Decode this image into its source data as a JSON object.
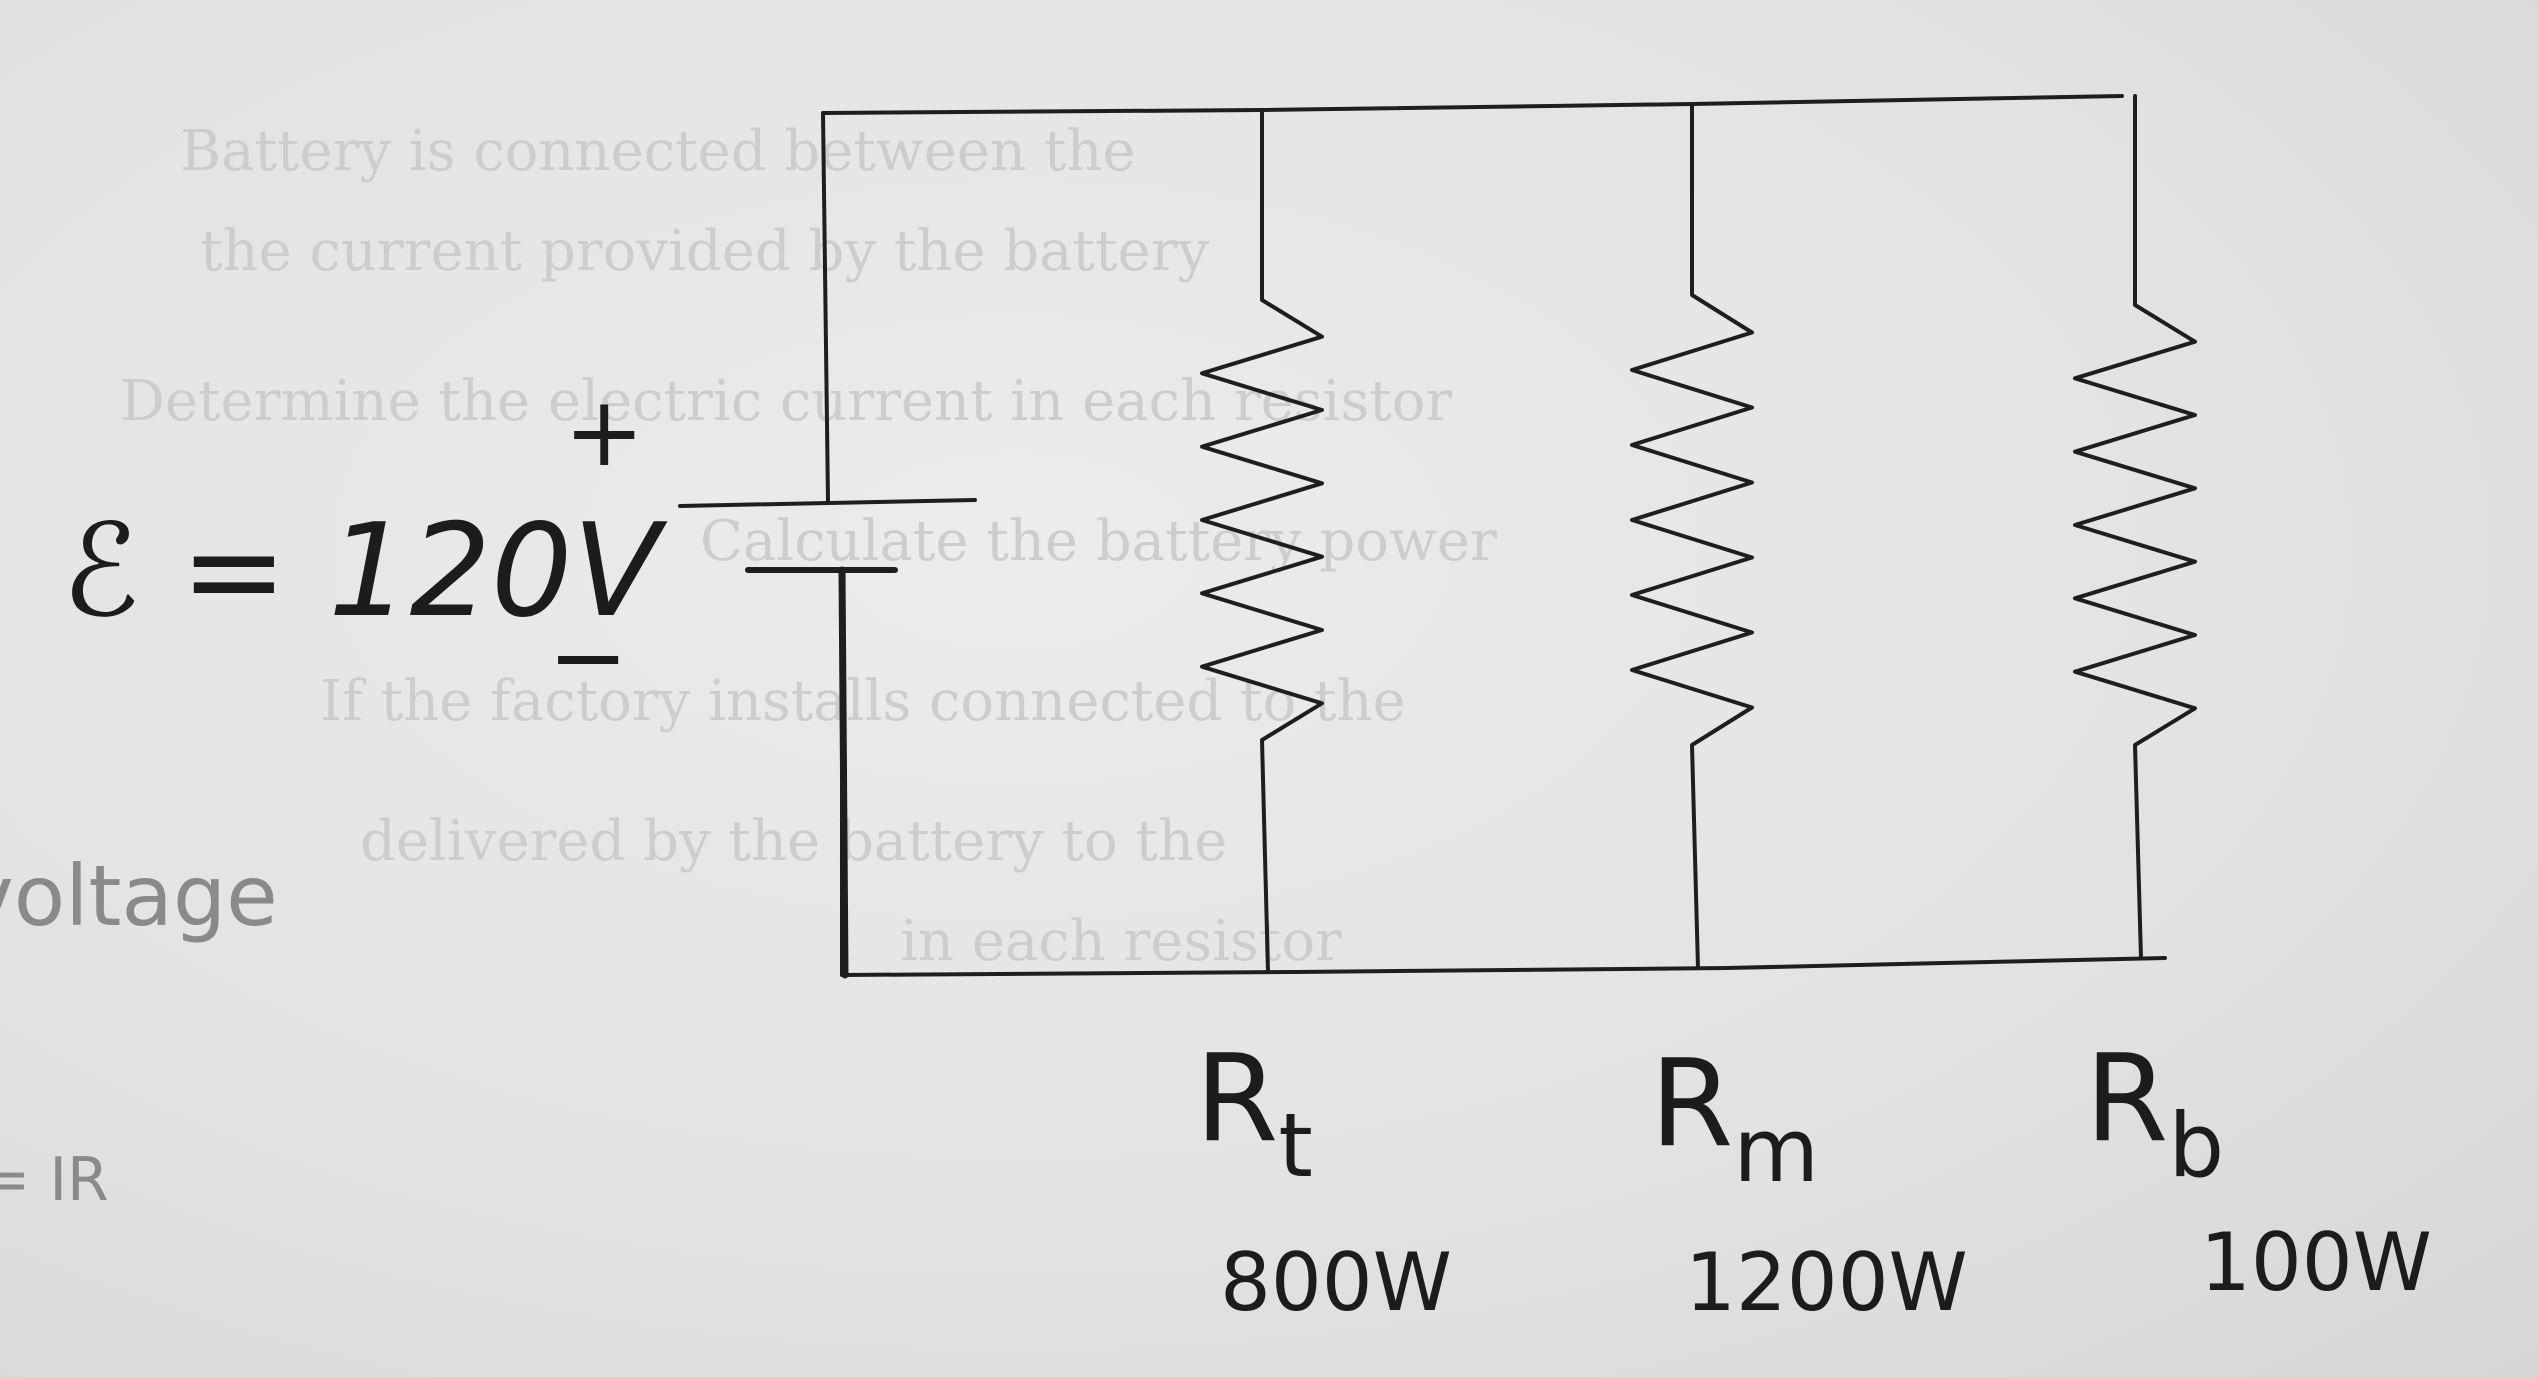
{
  "emf_label": "ℰ = 120V",
  "polarity": {
    "positive": "+",
    "negative": "−"
  },
  "margin_notes": {
    "voltage": "voltage",
    "ohm": "= IR"
  },
  "resistors": [
    {
      "label": "R",
      "subscript": "t",
      "power": "800W"
    },
    {
      "label": "R",
      "subscript": "m",
      "power": "1200W"
    },
    {
      "label": "R",
      "subscript": "b",
      "power": "100W"
    }
  ],
  "colors": {
    "ink": "#1c1c1c",
    "paper": "#e6e6e4",
    "faint_pencil": "#8a8a8a"
  }
}
